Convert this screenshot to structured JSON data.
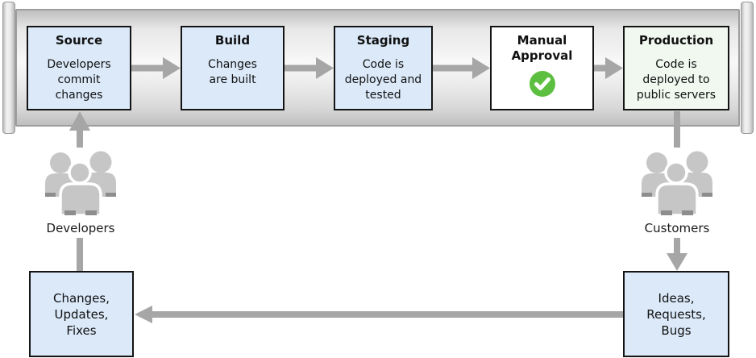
{
  "pipeline": {
    "stages": [
      {
        "title": "Source",
        "description": "Developers\ncommit\nchanges"
      },
      {
        "title": "Build",
        "description": "Changes\nare built"
      },
      {
        "title": "Staging",
        "description": "Code is\ndeployed and\ntested"
      },
      {
        "title": "Manual Approval",
        "description": "",
        "icon": "check-circle-icon"
      },
      {
        "title": "Production",
        "description": "Code is\ndeployed to\npublic servers"
      }
    ]
  },
  "actors": {
    "developers": {
      "label": "Developers",
      "icon": "people-group-icon"
    },
    "customers": {
      "label": "Customers",
      "icon": "people-group-icon"
    }
  },
  "feedback": {
    "changes_box": {
      "text": "Changes,\nUpdates,\nFixes"
    },
    "ideas_box": {
      "text": "Ideas,\nRequests,\nBugs"
    }
  },
  "colors": {
    "stage_fill_blue": "#DBE9F9",
    "production_fill_green": "#F0F8F0",
    "approval_fill_white": "#FFFFFF",
    "box_border_black": "#141414",
    "arrow_gray": "#A6A6A6",
    "check_green": "#5CBF3F",
    "pipe_border_gray": "#9E9E9E",
    "people_icon_gray": "#C6C6C6",
    "people_icon_dark_gray": "#8D8D8D"
  }
}
